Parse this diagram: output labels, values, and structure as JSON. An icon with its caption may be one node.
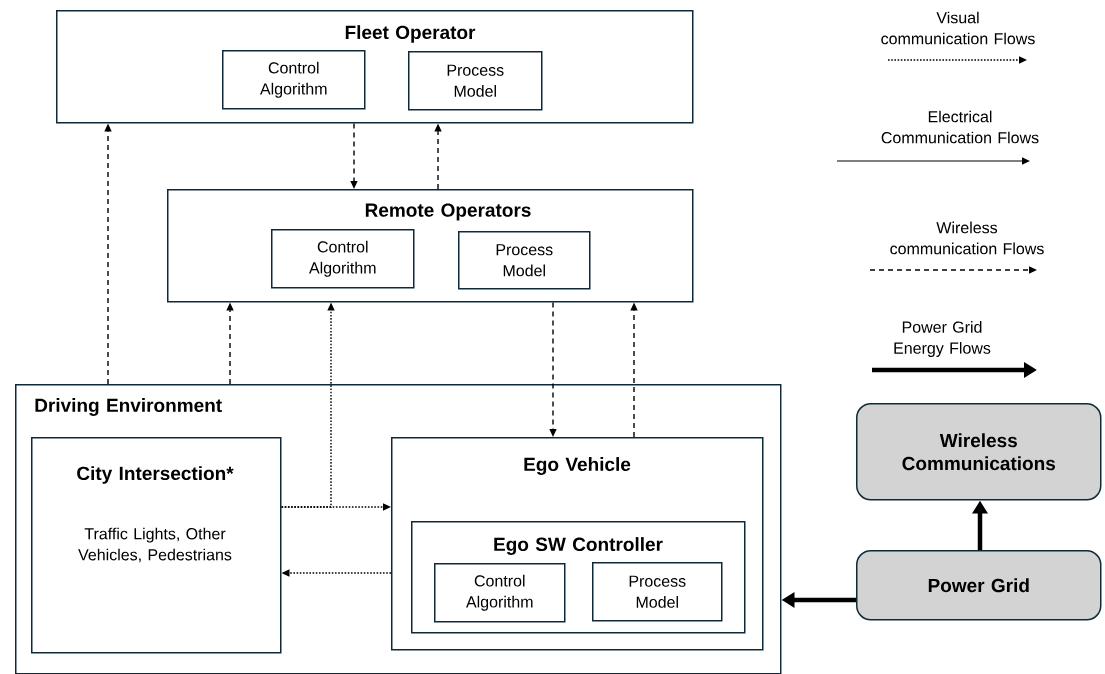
{
  "diagram": {
    "nodes": [
      {
        "text": [
          "Fleet Operator"
        ]
      },
      {
        "text": [
          "Control Algorithm"
        ],
        "in": 0
      },
      {
        "text": [
          "Process Model"
        ],
        "in": 0
      },
      {
        "text": [
          "Remote Operators"
        ]
      },
      {
        "text": [
          "Control Algorithm"
        ],
        "in": 3
      },
      {
        "text": [
          "Process Model"
        ],
        "in": 3
      },
      {
        "text": [
          "Driving Environment"
        ]
      },
      {
        "text": [
          "City Intersection*",
          "Traffic Lights, Other Vehicles, Pedestrians"
        ],
        "in": 6
      },
      {
        "text": [
          "Ego Vehicle"
        ],
        "in": 6
      },
      {
        "text": [
          "Ego SW Controller"
        ],
        "in": 8
      },
      {
        "text": [
          "Control Algorithm"
        ],
        "in": 9
      },
      {
        "text": [
          "Process Model"
        ],
        "in": 9
      },
      {
        "text": [
          "Wireless Communications"
        ]
      },
      {
        "text": [
          "Power Grid"
        ]
      }
    ],
    "edges": [
      {
        "from": 6,
        "to": 0,
        "arrow": "to",
        "style": "dashed"
      },
      {
        "from": 0,
        "to": 3,
        "arrow": "to",
        "style": "dashed"
      },
      {
        "from": 3,
        "to": 0,
        "arrow": "to",
        "style": "dashed"
      },
      {
        "from": 6,
        "to": 3,
        "arrow": "to",
        "style": "dashed"
      },
      {
        "from": 7,
        "to": 3,
        "arrow": "to",
        "style": "dashed"
      },
      {
        "from": 7,
        "to": 8,
        "arrow": "to",
        "style": "dashed"
      },
      {
        "from": 3,
        "to": 8,
        "arrow": "to",
        "style": "dashed"
      },
      {
        "from": 8,
        "to": 3,
        "arrow": "to",
        "style": "dashed"
      },
      {
        "from": 8,
        "to": 7,
        "arrow": "to",
        "style": "dashed"
      },
      {
        "from": 13,
        "to": 6,
        "arrow": "to",
        "style": "thick"
      },
      {
        "from": 13,
        "to": 12,
        "arrow": "to",
        "style": "thick"
      }
    ],
    "legend": [
      {
        "text": "Visual communication Flows"
      },
      {
        "text": "Electrical Communication Flows"
      },
      {
        "text": "Wireless communication Flows"
      },
      {
        "text": "Power Grid Energy Flows"
      }
    ]
  }
}
